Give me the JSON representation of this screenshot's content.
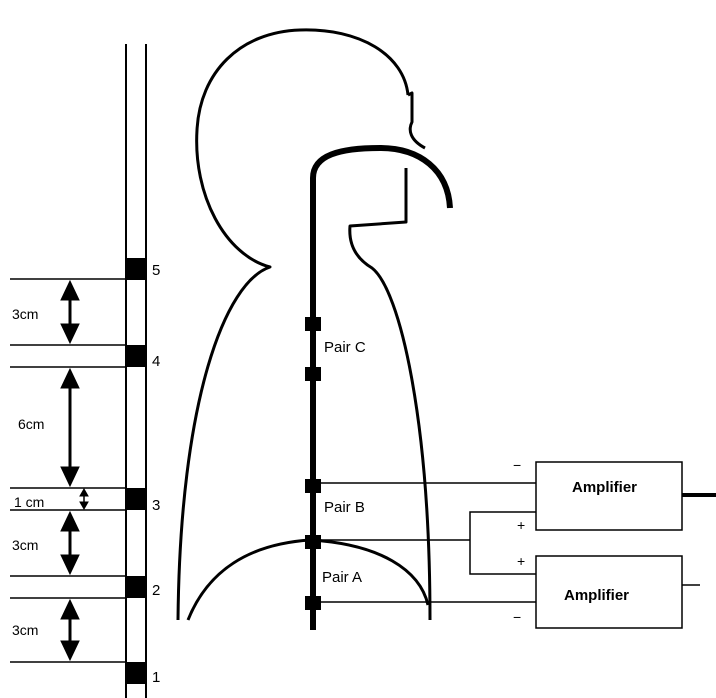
{
  "electrode_numbers": [
    "5",
    "4",
    "3",
    "2",
    "1"
  ],
  "spacing_labels": {
    "gap_5_4": "3cm",
    "gap_4_3": "6cm",
    "electrode_width": "1 cm",
    "gap_3_2": "3cm",
    "gap_2_1": "3cm"
  },
  "pair_labels": [
    "Pair C",
    "Pair B",
    "Pair A"
  ],
  "amplifiers": [
    {
      "label": "Amplifier",
      "top_sign": "−",
      "bottom_sign": "+"
    },
    {
      "label": "Amplifier",
      "top_sign": "+",
      "bottom_sign": "−"
    }
  ]
}
